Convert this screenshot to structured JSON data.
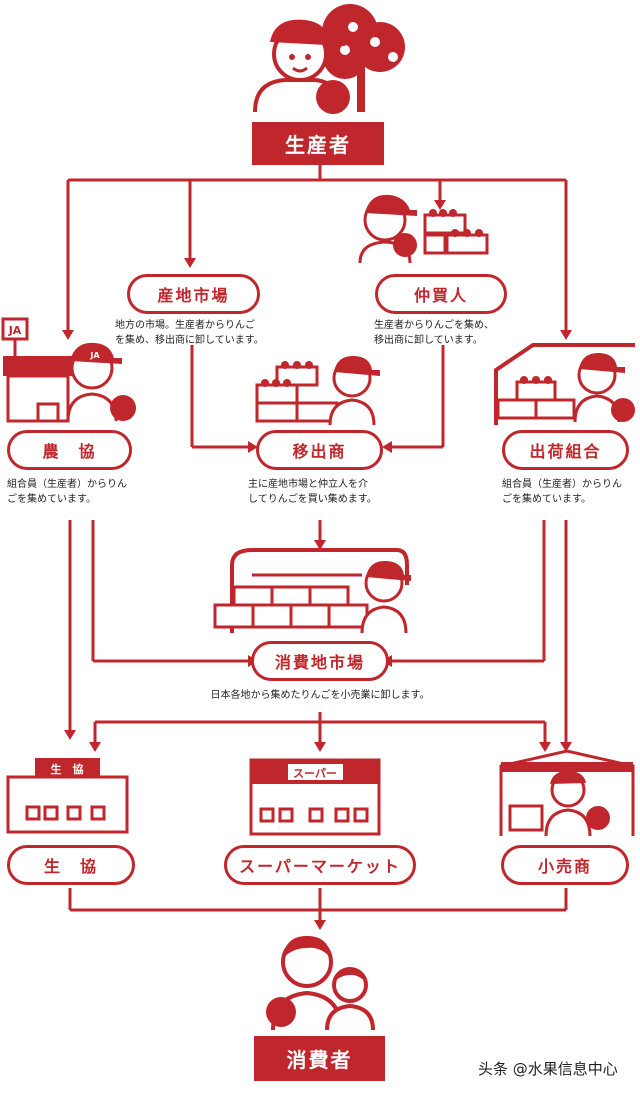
{
  "nodes": {
    "producer": {
      "label": "生産者"
    },
    "local_market": {
      "label": "産地市場",
      "desc": "地方の市場。生産者からりんご\nを集め、移出商に卸しています。"
    },
    "broker": {
      "label": "仲買人",
      "desc": "生産者からりんごを集め、\n移出商に卸しています。"
    },
    "ja": {
      "label": "農　協",
      "desc": "組合員（生産者）からりん\nごを集めています。",
      "sign": "JA",
      "cap_text": "JA"
    },
    "shipper": {
      "label": "移出商",
      "desc": "主に産地市場と仲立人を介\nしてりんごを買い集めます。"
    },
    "shipping_union": {
      "label": "出荷組合",
      "desc": "組合員（生産者）からりん\nごを集めています。"
    },
    "consumer_market": {
      "label": "消費地市場",
      "desc": "日本各地から集めたりんごを小売業に卸します。"
    },
    "coop": {
      "label": "生　協",
      "sign": "生　協"
    },
    "supermarket": {
      "label": "スーパーマーケット",
      "sign": "スーパー"
    },
    "retailer": {
      "label": "小売商"
    },
    "consumer": {
      "label": "消費者"
    }
  },
  "watermark": "头条 @水果信息中心",
  "colors": {
    "brand_red": "#c0272d",
    "text": "#222222",
    "background": "#ffffff"
  }
}
